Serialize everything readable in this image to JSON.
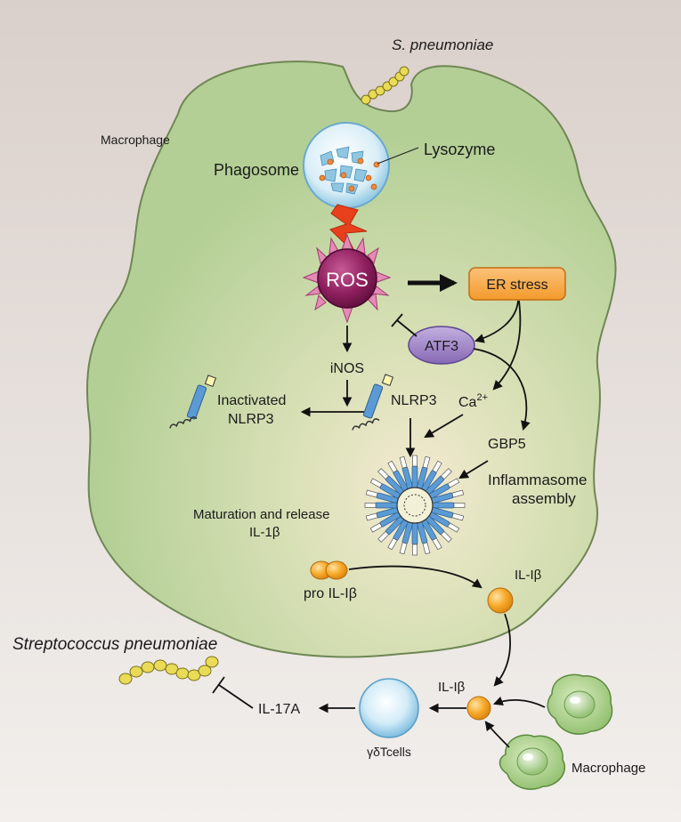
{
  "labels": {
    "s_pneumoniae_top": "S. pneumoniae",
    "macrophage_top": "Macrophage",
    "phagosome": "Phagosome",
    "lysozyme": "Lysozyme",
    "ros": "ROS",
    "er_stress": "ER stress",
    "atf3": "ATF3",
    "inos": "iNOS",
    "inactivated_line1": "Inactivated",
    "inactivated_line2": "NLRP3",
    "nlrp3": "NLRP3",
    "ca": "Ca",
    "ca_sup": "2+",
    "gbp5": "GBP5",
    "inflammasome_line1": "Inflammasome",
    "inflammasome_line2": "assembly",
    "maturation_line1": "Maturation and release",
    "maturation_line2": "IL-1β",
    "pro_il1b": "pro IL-Iβ",
    "il1b_inside": "IL-Iβ",
    "strep_full": "Streptococcus pneumoniae",
    "il1b_outside": "IL-Iβ",
    "il17a": "IL-17A",
    "gd_tcells": "γδTcells",
    "macrophage_bottom": "Macrophage"
  },
  "colors": {
    "background_top": "#dcd2cd",
    "background_bottom": "#f1eeeb",
    "cell_fill": "#b9d299",
    "cell_glow": "#f4e9c6",
    "cell_stroke": "#6f8654",
    "ros_fill": "#8e1f5e",
    "er_stress_fill": "#f6a13c",
    "atf3_fill": "#9b7fc3",
    "lightning": "#e8401c",
    "il1b_orange": "#f5a623",
    "bacteria_yellow": "#e9db55",
    "receptor_blue": "#5b9bd5"
  }
}
